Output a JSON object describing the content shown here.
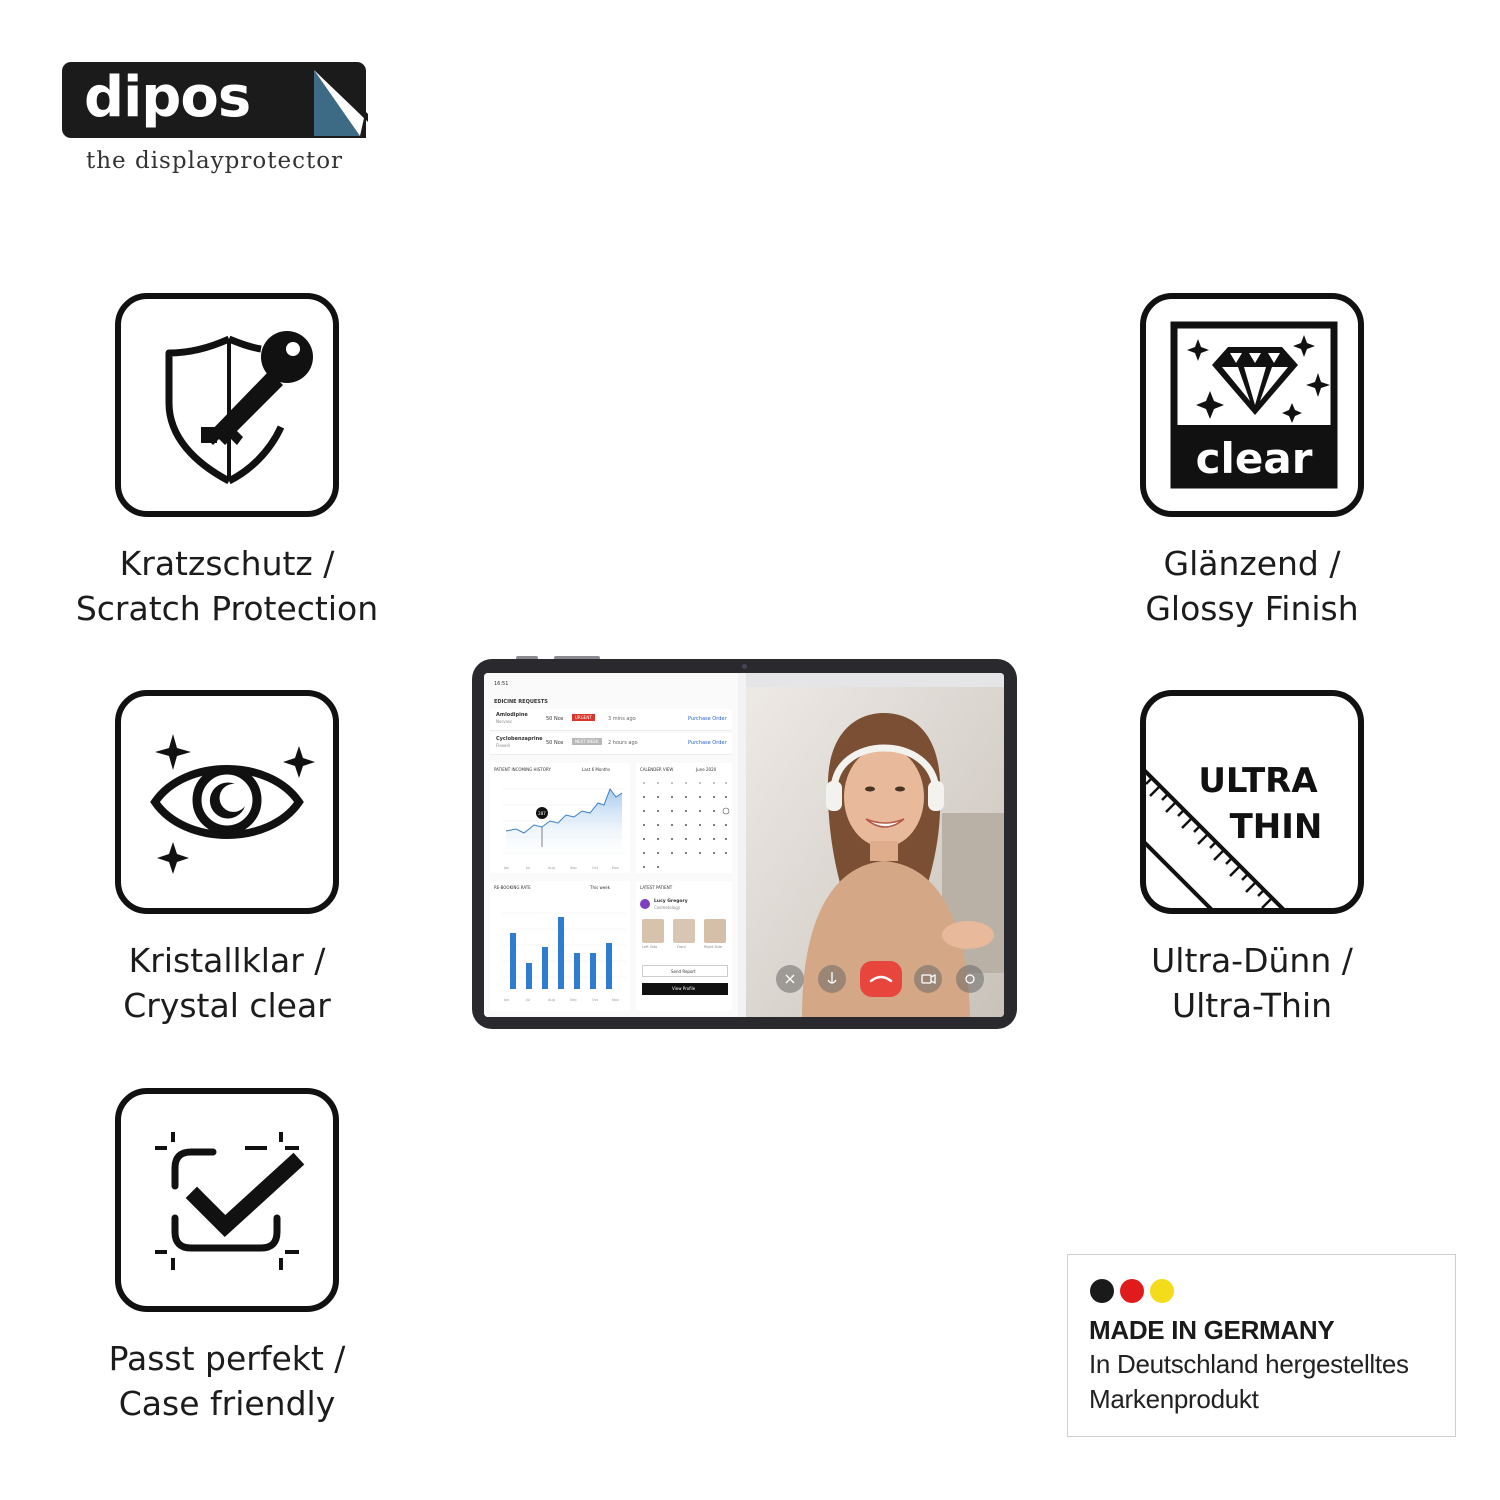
{
  "brand": {
    "logo_text": "dipos",
    "tagline": "the displayprotector"
  },
  "features": [
    {
      "id": "scratch",
      "line1": "Kratzschutz /",
      "line2": "Scratch Protection",
      "icon": "shield-key-icon"
    },
    {
      "id": "crystal",
      "line1": "Kristallklar /",
      "line2": "Crystal clear",
      "icon": "eye-sparkle-icon"
    },
    {
      "id": "case",
      "line1": "Passt perfekt /",
      "line2": "Case friendly",
      "icon": "checkmark-frame-icon"
    },
    {
      "id": "glossy",
      "line1": "Glänzend /",
      "line2": "Glossy Finish",
      "icon": "diamond-clear-icon",
      "icon_text": "clear"
    },
    {
      "id": "thin",
      "line1": "Ultra-Dünn /",
      "line2": "Ultra-Thin",
      "icon": "ruler-ultra-thin-icon",
      "icon_text_1": "ULTRA",
      "icon_text_2": "THIN"
    }
  ],
  "tablet": {
    "status_time": "16:51",
    "section_medicine": "EDICINE REQUESTS",
    "med1_name": "Amlodipine",
    "med1_sub": "Norvasc",
    "med1_qty": "50 Nos",
    "med1_badge": "URGENT",
    "med1_time": "3 mins ago",
    "med1_link": "Purchase Order",
    "med2_name": "Cyclobenzaprine",
    "med2_sub": "Flexeril",
    "med2_qty": "50 Nos",
    "med2_badge": "NEXT WEEK",
    "med2_time": "2 hours ago",
    "med2_link": "Purchase Order",
    "history_title": "PATIENT INCOMING HISTORY",
    "history_range": "Last 6 Months",
    "calendar_title": "CALENDER VIEW",
    "calendar_month": "June 2020",
    "rebooking_title": "RE-BOOKING RATE",
    "rebooking_range": "This week",
    "latest_title": "LATEST PATIENT",
    "patient_name": "Lucy Gregory",
    "patient_sub": "Cosmetology",
    "photo1": "Left Side",
    "photo2": "Front",
    "photo3": "Right Side",
    "btn_report": "Send Report",
    "btn_profile": "View Profile",
    "months": [
      "Jan",
      "Jul",
      "Aug",
      "Sep",
      "Oct",
      "Nov"
    ],
    "marker": "287"
  },
  "badge": {
    "flag_colors": [
      "#1a1a1a",
      "#e01b1b",
      "#f2dc1b"
    ],
    "title": "MADE IN GERMANY",
    "line1": "In Deutschland hergestelltes",
    "line2": "Markenprodukt"
  }
}
